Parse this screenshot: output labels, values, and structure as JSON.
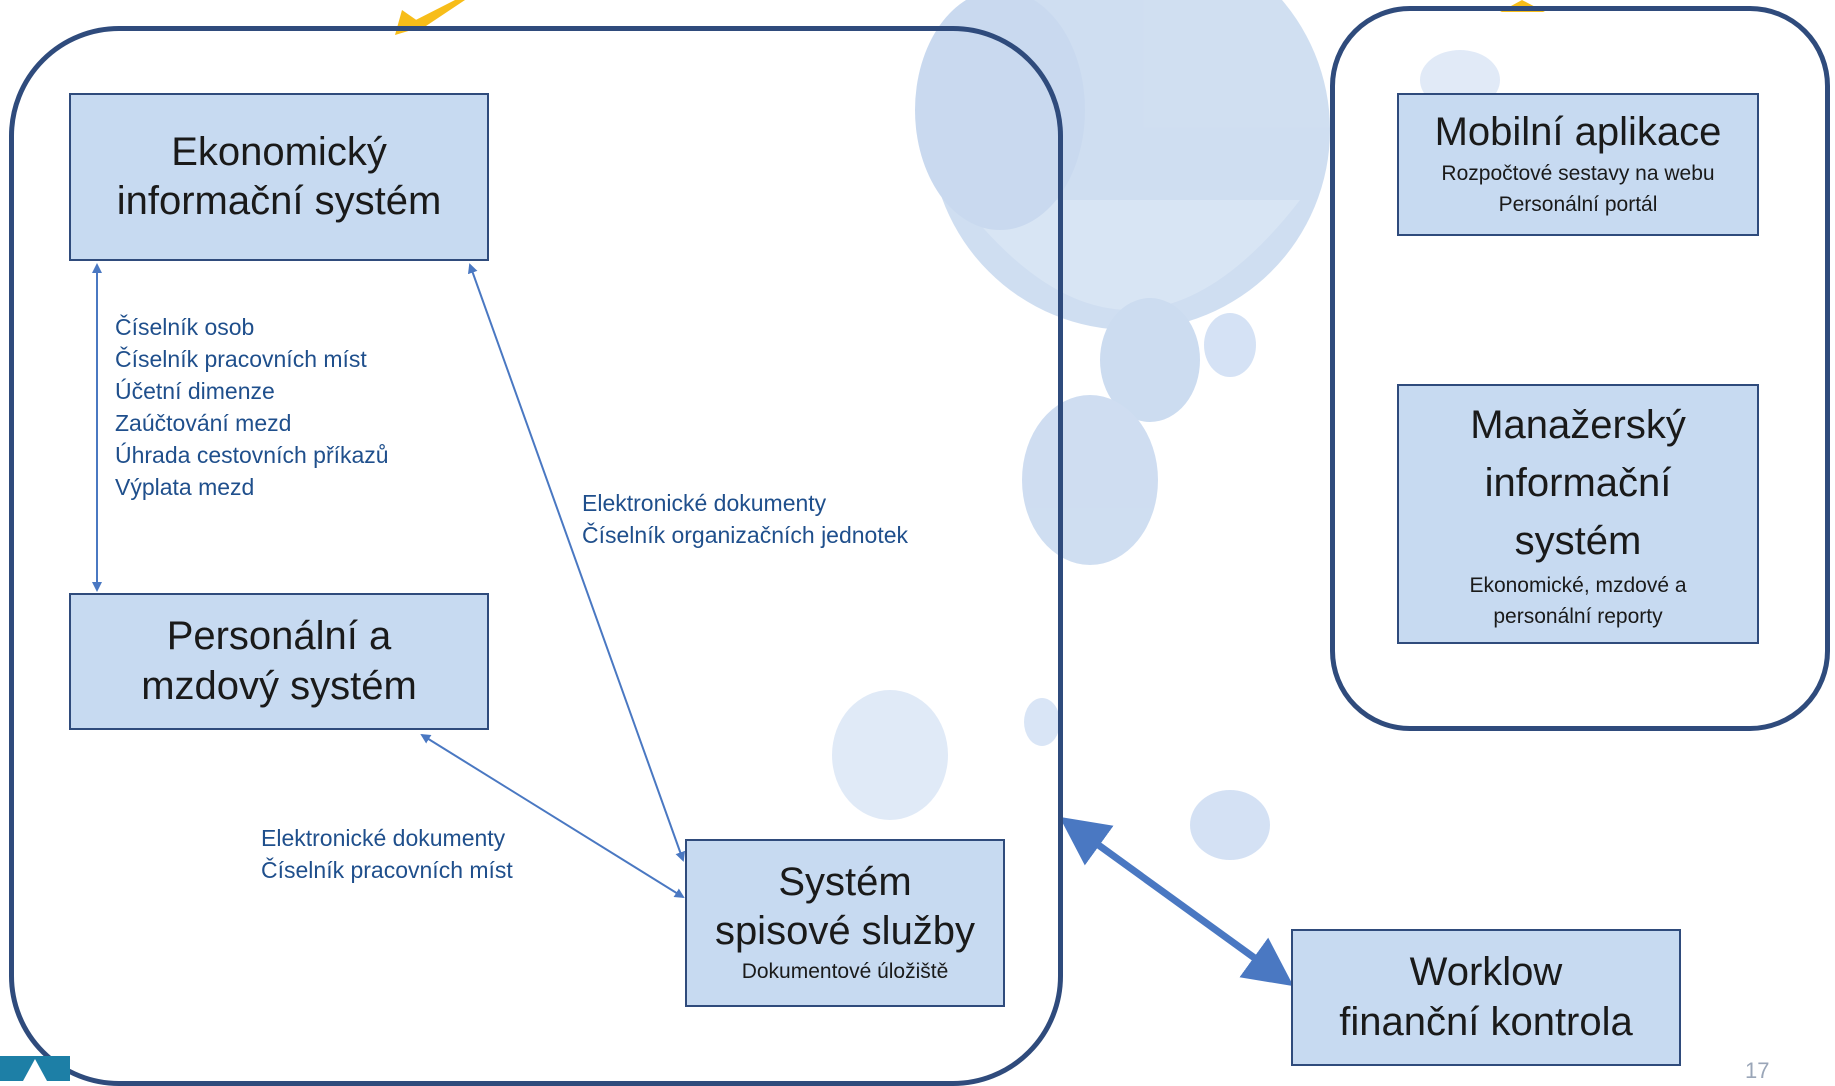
{
  "colors": {
    "panel_border": "#2f4b7c",
    "node_fill": "#c7daf1",
    "note_text": "#1f4f8c",
    "arrow": "#4a78c2",
    "accent_arrow": "#f7bd19"
  },
  "left_panel": {
    "ekonomicky": {
      "title": "Ekonomický\ninformační systém"
    },
    "personalni": {
      "title": "Personální a\nmzdový systém"
    },
    "spisova": {
      "title": "Systém\nspisové služby",
      "subtitle": "Dokumentové úložiště"
    },
    "notes_ek_pers": [
      "Číselník osob",
      "Číselník pracovních míst",
      "Účetní dimenze",
      "Zaúčtování mezd",
      "Úhrada cestovních příkazů",
      "Výplata mezd"
    ],
    "notes_ek_spis": [
      "Elektronické dokumenty",
      "Číselník organizačních jednotek"
    ],
    "notes_pers_spis": [
      "Elektronické dokumenty",
      "Číselník pracovních míst"
    ]
  },
  "right_panel": {
    "mobilni": {
      "title": "Mobilní aplikace",
      "subtitles": [
        "Rozpočtové sestavy na webu",
        "Personální portál"
      ]
    },
    "manazersky": {
      "title": "Manažerský\ninformační\nsystém",
      "subtitles": [
        "Ekonomické, mzdové a",
        "personální reporty"
      ]
    }
  },
  "workflow": {
    "title": "Worklow\nfinanční kontrola"
  },
  "page_number": "17"
}
